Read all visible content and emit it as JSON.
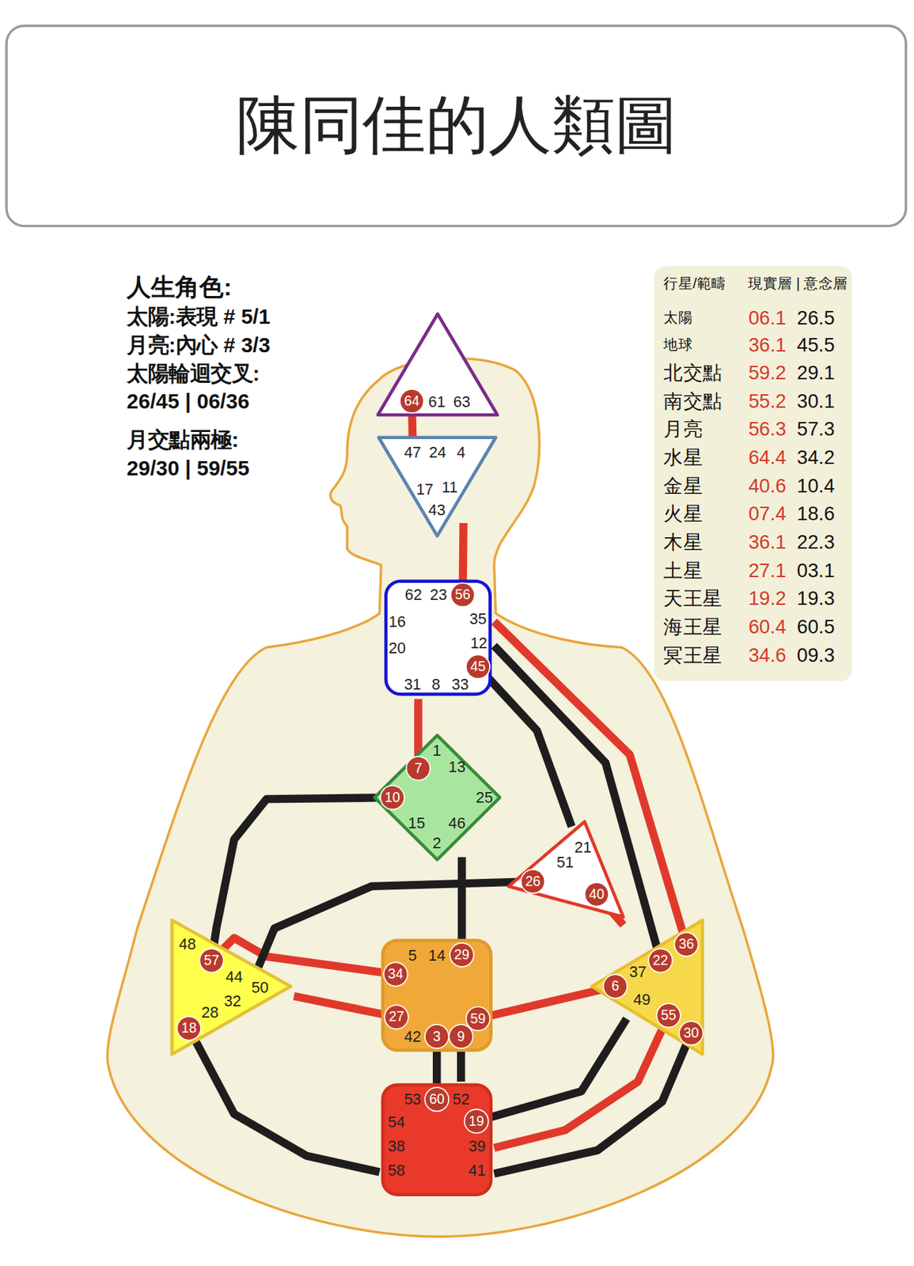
{
  "diagram": {
    "title": "陳同佳的人類圖",
    "nodes": [
      {
        "text": [
          "61",
          "63"
        ]
      },
      {
        "text": [
          "64"
        ],
        "in": 0
      },
      {
        "text": [
          "47",
          "24",
          "4",
          "17",
          "11",
          "43"
        ]
      },
      {
        "text": [
          "62",
          "23",
          "16",
          "35",
          "20",
          "12",
          "31",
          "8",
          "33"
        ]
      },
      {
        "text": [
          "56"
        ],
        "in": 3
      },
      {
        "text": [
          "45"
        ],
        "in": 3
      },
      {
        "text": [
          "1",
          "13",
          "25",
          "15",
          "46",
          "2"
        ]
      },
      {
        "text": [
          "7"
        ],
        "in": 6
      },
      {
        "text": [
          "10"
        ],
        "in": 6
      },
      {
        "text": [
          "21",
          "51"
        ]
      },
      {
        "text": [
          "26"
        ],
        "in": 9
      },
      {
        "text": [
          "40"
        ],
        "in": 9
      },
      {
        "text": [
          "48",
          "44",
          "50",
          "32",
          "28"
        ]
      },
      {
        "text": [
          "57"
        ],
        "in": 12
      },
      {
        "text": [
          "18"
        ],
        "in": 12
      },
      {
        "text": [
          "5",
          "14",
          "42"
        ]
      },
      {
        "text": [
          "29"
        ],
        "in": 15
      },
      {
        "text": [
          "34"
        ],
        "in": 15
      },
      {
        "text": [
          "27"
        ],
        "in": 15
      },
      {
        "text": [
          "59"
        ],
        "in": 15
      },
      {
        "text": [
          "3"
        ],
        "in": 15
      },
      {
        "text": [
          "9"
        ],
        "in": 15
      },
      {
        "text": [
          "37",
          "49"
        ]
      },
      {
        "text": [
          "22"
        ],
        "in": 22
      },
      {
        "text": [
          "36"
        ],
        "in": 22
      },
      {
        "text": [
          "6"
        ],
        "in": 22
      },
      {
        "text": [
          "55"
        ],
        "in": 22
      },
      {
        "text": [
          "30"
        ],
        "in": 22
      },
      {
        "text": [
          "53",
          "52",
          "54",
          "38",
          "39",
          "58",
          "41"
        ]
      },
      {
        "text": [
          "60"
        ],
        "in": 28
      },
      {
        "text": [
          "19"
        ],
        "in": 28
      }
    ],
    "edges": [
      {
        "from": 1,
        "to": 2,
        "arrow": "none"
      },
      {
        "from": 4,
        "to": 2,
        "arrow": "none"
      },
      {
        "from": 5,
        "to": 9,
        "arrow": "none"
      },
      {
        "from": 7,
        "to": 3,
        "arrow": "none"
      },
      {
        "from": 8,
        "to": 13,
        "arrow": "none"
      },
      {
        "from": 17,
        "to": 13,
        "arrow": "none"
      },
      {
        "from": 10,
        "to": 12,
        "arrow": "none"
      },
      {
        "from": 11,
        "to": 22,
        "arrow": "none"
      },
      {
        "from": 16,
        "to": 6,
        "arrow": "none"
      },
      {
        "from": 18,
        "to": 12,
        "arrow": "none"
      },
      {
        "from": 19,
        "to": 25,
        "arrow": "none"
      },
      {
        "from": 20,
        "to": 29,
        "arrow": "none"
      },
      {
        "from": 21,
        "to": 28,
        "arrow": "none"
      },
      {
        "from": 30,
        "to": 22,
        "arrow": "none"
      },
      {
        "from": 23,
        "to": 3,
        "arrow": "none"
      },
      {
        "from": 24,
        "to": 3,
        "arrow": "none"
      },
      {
        "from": 26,
        "to": 28,
        "arrow": "none"
      },
      {
        "from": 27,
        "to": 28,
        "arrow": "none"
      },
      {
        "from": 14,
        "to": 28,
        "arrow": "none"
      }
    ],
    "labels": [
      "人生角色:",
      "太陽:表現 # 5/1",
      "月亮:內心 # 3/3",
      "太陽輪迴交叉:",
      "26/45 | 06/36",
      "月交點兩極:",
      "29/30 | 59/55",
      "行星/範疇",
      "現實層 | 意念層",
      "太陽",
      "06.1",
      "26.5",
      "地球",
      "36.1",
      "45.5",
      "北交點",
      "59.2",
      "29.1",
      "南交點",
      "55.2",
      "30.1",
      "月亮",
      "56.3",
      "57.3",
      "水星",
      "64.4",
      "34.2",
      "金星",
      "40.6",
      "10.4",
      "火星",
      "07.4",
      "18.6",
      "木星",
      "36.1",
      "22.3",
      "土星",
      "27.1",
      "03.1",
      "天王星",
      "19.2",
      "19.3",
      "海王星",
      "60.4",
      "60.5",
      "冥王星",
      "34.6",
      "09.3"
    ]
  }
}
